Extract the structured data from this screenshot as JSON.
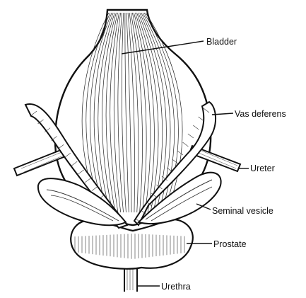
{
  "labels": {
    "bladder": "Bladder",
    "vas_deferens": "Vas deferens",
    "ureter": "Ureter",
    "seminal_vesicle": "Seminal vesicle",
    "prostate": "Prostate",
    "urethra": "Urethra"
  },
  "colors": {
    "ink": "#111111",
    "paper": "#ffffff"
  }
}
